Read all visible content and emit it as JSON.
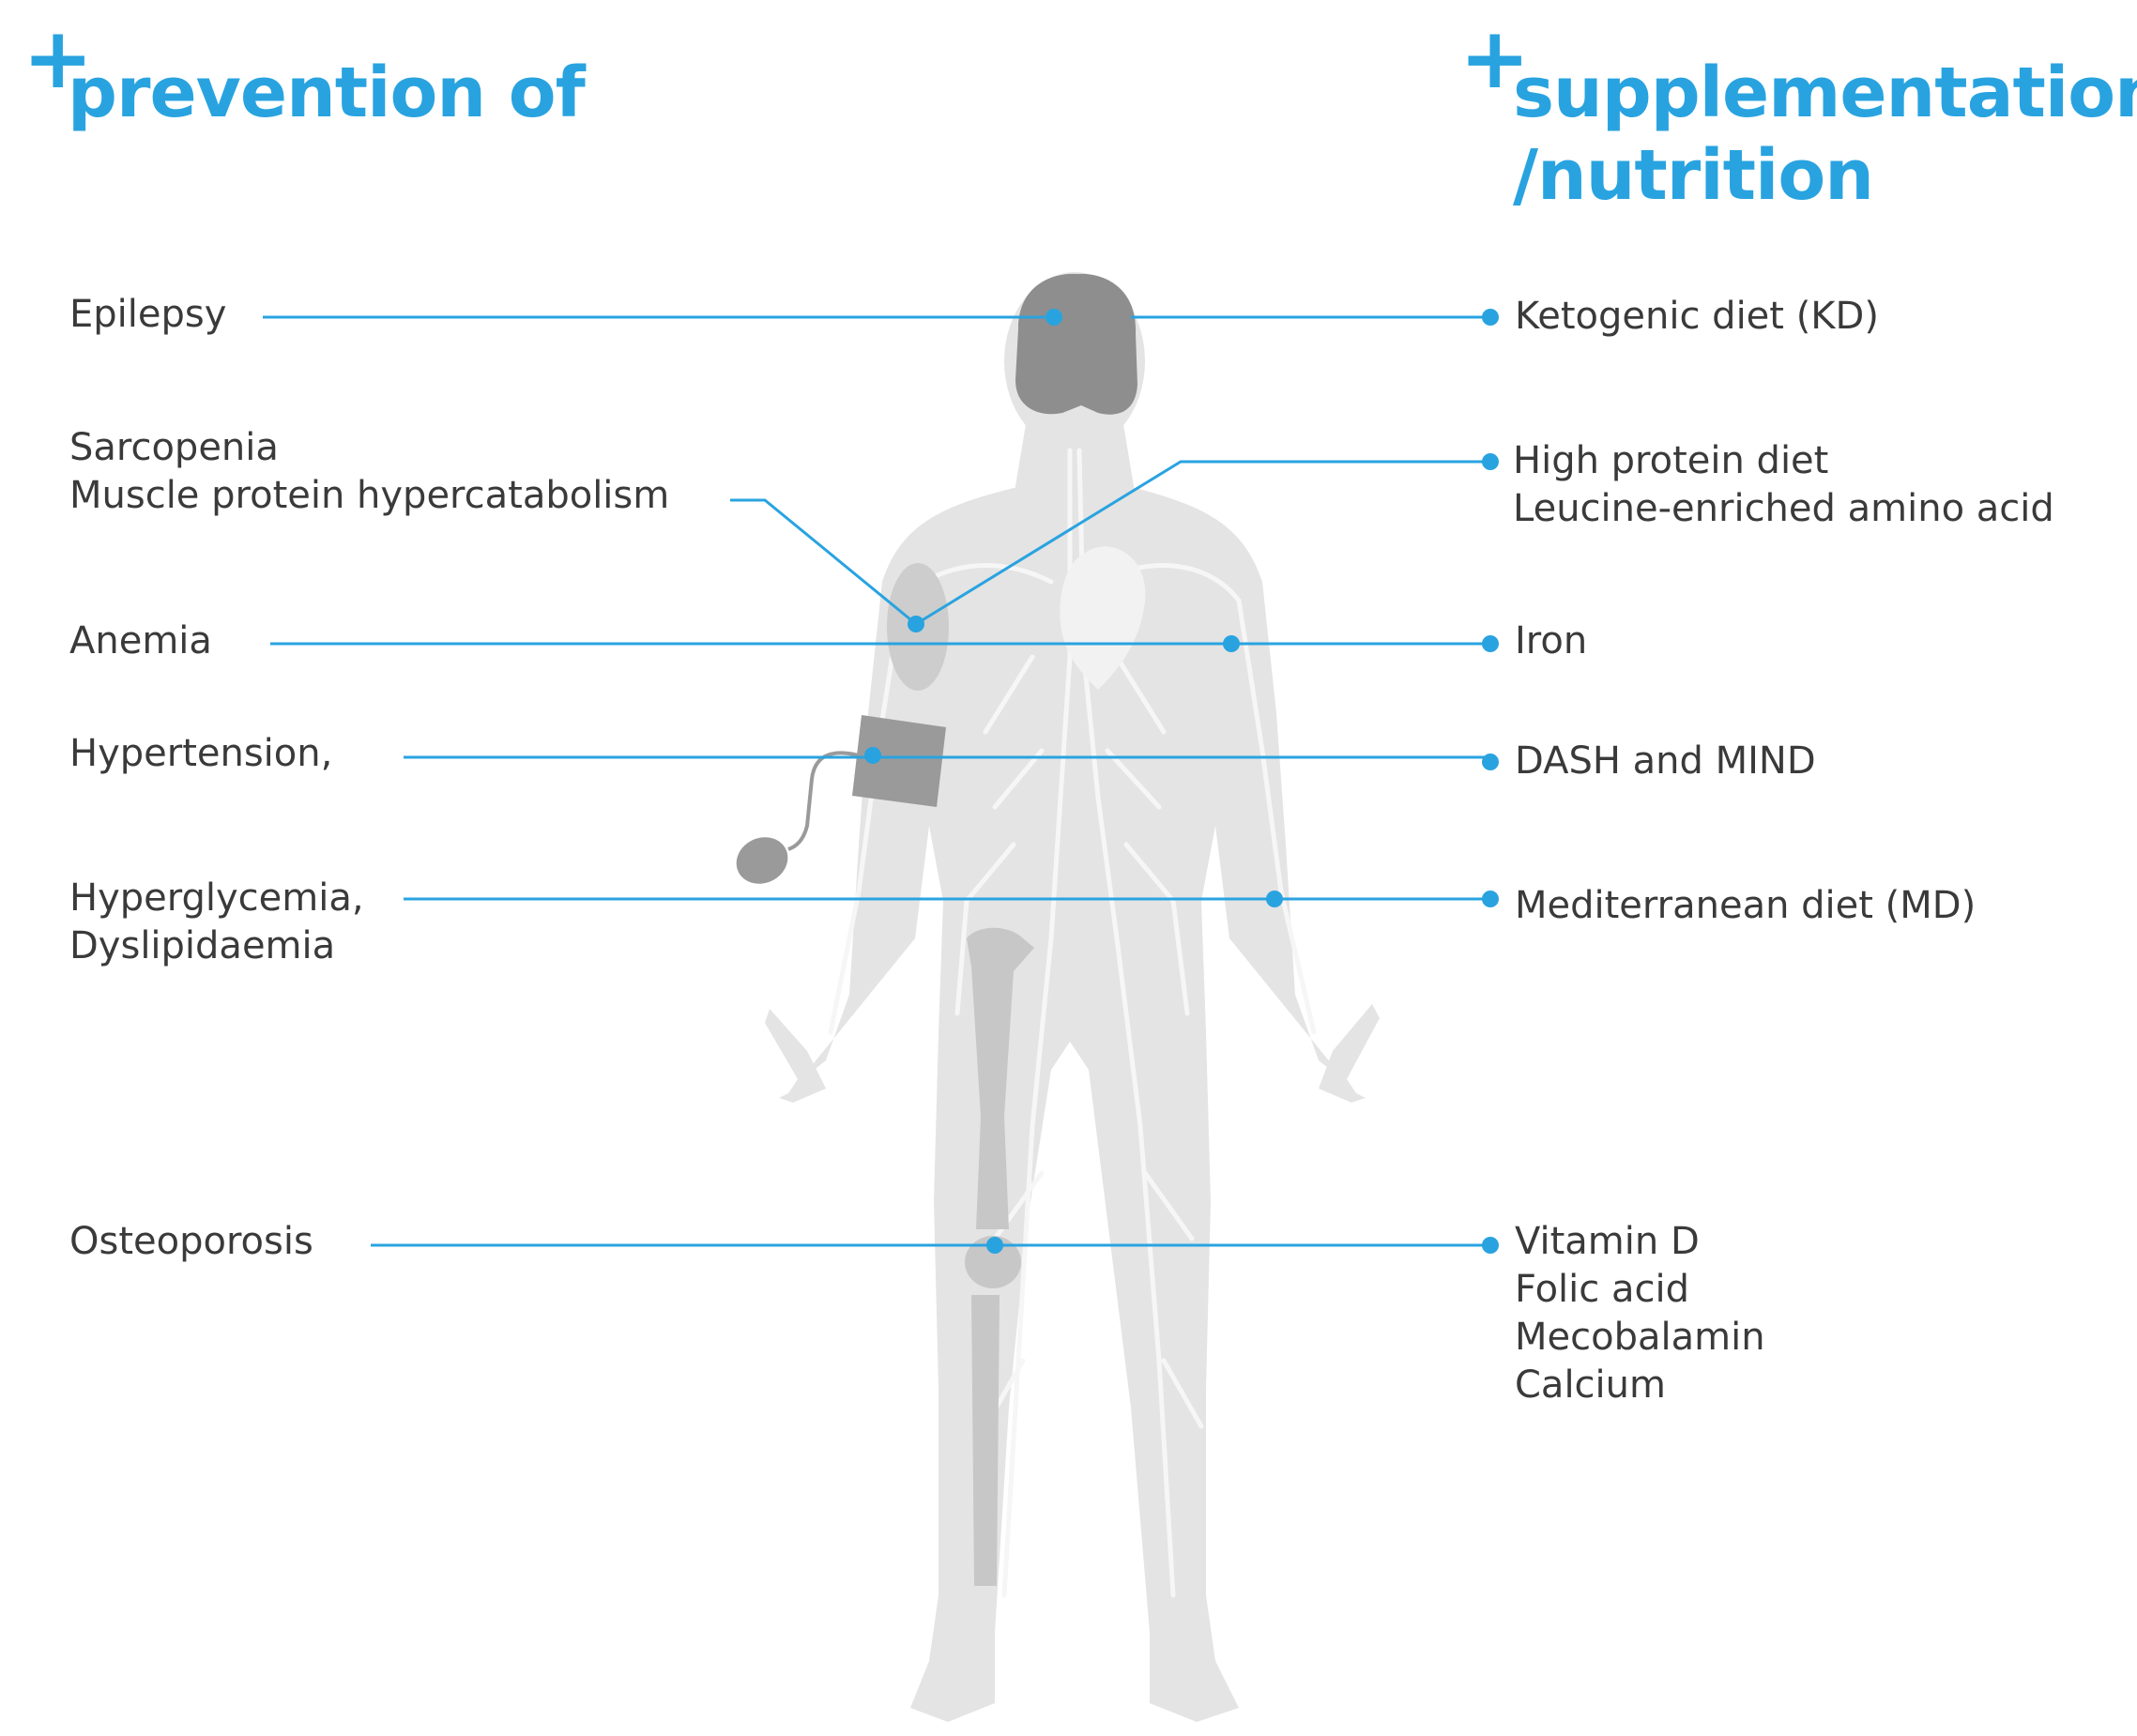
{
  "headers": {
    "plus_symbol": "+",
    "left_title": "prevention of",
    "right_title_line1": "supplementation",
    "right_title_line2": "/nutrition"
  },
  "conditions": [
    {
      "id": "epilepsy",
      "lines": [
        "Epilepsy"
      ]
    },
    {
      "id": "sarcopenia",
      "lines": [
        "Sarcopenia",
        "Muscle protein hypercatabolism"
      ]
    },
    {
      "id": "anemia",
      "lines": [
        "Anemia"
      ]
    },
    {
      "id": "hypertension",
      "lines": [
        "Hypertension,"
      ]
    },
    {
      "id": "hyperglycemia",
      "lines": [
        "Hyperglycemia,",
        "Dyslipidaemia"
      ]
    },
    {
      "id": "osteoporosis",
      "lines": [
        "Osteoporosis"
      ]
    }
  ],
  "interventions": [
    {
      "id": "kd",
      "lines": [
        "Ketogenic diet (KD)"
      ]
    },
    {
      "id": "protein",
      "lines": [
        "High protein diet",
        "Leucine-enriched amino acid"
      ]
    },
    {
      "id": "iron",
      "lines": [
        "Iron"
      ]
    },
    {
      "id": "dash",
      "lines": [
        "DASH and MIND"
      ]
    },
    {
      "id": "md",
      "lines": [
        "Mediterranean diet (MD)"
      ]
    },
    {
      "id": "vitamins",
      "lines": [
        "Vitamin D",
        "Folic acid",
        "Mecobalamin",
        "Calcium"
      ]
    }
  ],
  "colors": {
    "accent": "#29a3e0",
    "body": "#e4e4e4",
    "organ": "#8e8e8e",
    "text": "#3a3a3a"
  }
}
